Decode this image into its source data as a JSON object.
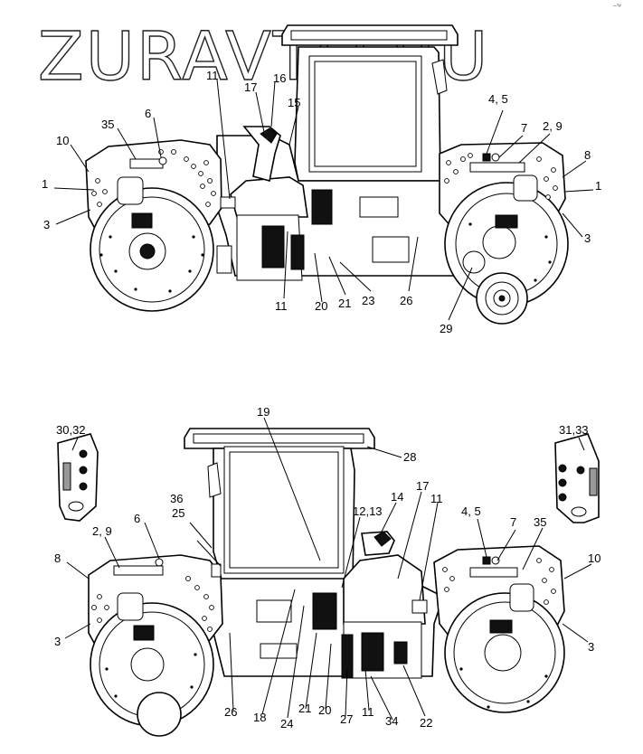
{
  "watermark": "ZURAVTO.RU",
  "corner_mark": "~'ʷ",
  "views": [
    {
      "name": "upper-side-view",
      "callouts": [
        "11",
        "16",
        "17",
        "15",
        "35",
        "6",
        "10",
        "1",
        "3",
        "4, 5",
        "7",
        "2, 9",
        "8",
        "1",
        "3",
        "11",
        "20",
        "21",
        "23",
        "26",
        "29"
      ]
    },
    {
      "name": "lower-side-view",
      "callouts": [
        "19",
        "28",
        "30,32",
        "31,33",
        "36",
        "25",
        "14",
        "12,13",
        "17",
        "11",
        "2, 9",
        "6",
        "4, 5",
        "7",
        "35",
        "8",
        "10",
        "3",
        "3",
        "26",
        "18",
        "24",
        "21",
        "20",
        "27",
        "11",
        "34",
        "22"
      ]
    }
  ]
}
